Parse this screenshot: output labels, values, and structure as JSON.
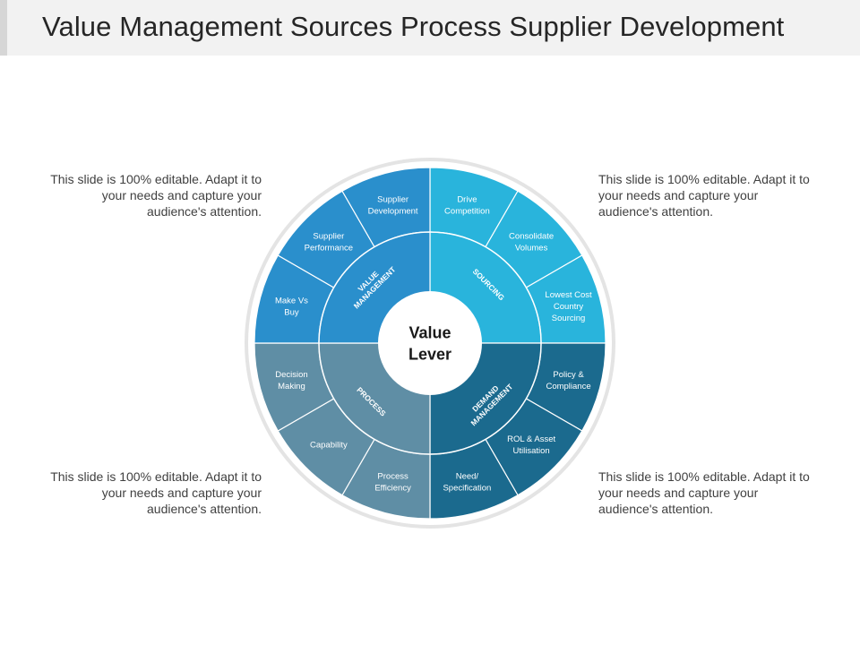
{
  "title": "Value Management Sources Process Supplier Development",
  "center_label": [
    "Value",
    "Lever"
  ],
  "notes": {
    "top_left": "This slide is 100% editable. Adapt it to your needs and capture your audience's attention.",
    "top_right": "This slide is 100% editable. Adapt it to your needs and capture your audience's attention.",
    "bottom_left": "This slide is 100% editable. Adapt it to your needs and capture your audience's attention.",
    "bottom_right": "This slide is 100% editable. Adapt it to your needs and capture your audience's attention."
  },
  "quadrants": [
    {
      "name": "sourcing",
      "label": [
        "SOURCING"
      ],
      "color": "#29b4dc",
      "items": [
        [
          "Drive",
          "Competition"
        ],
        [
          "Consolidate",
          "Volumes"
        ],
        [
          "Lowest Cost",
          "Country",
          "Sourcing"
        ]
      ]
    },
    {
      "name": "demand-management",
      "label": [
        "DEMAND",
        "MANAGEMENT"
      ],
      "color": "#1b6a8e",
      "items": [
        [
          "Policy &",
          "Compliance"
        ],
        [
          "ROL & Asset",
          "Utilisation"
        ],
        [
          "Need/",
          "Specification"
        ]
      ]
    },
    {
      "name": "process",
      "label": [
        "PROCESS"
      ],
      "color": "#5f8ea5",
      "items": [
        [
          "Process",
          "Efficiency"
        ],
        [
          "Capability"
        ],
        [
          "Decision",
          "Making"
        ]
      ]
    },
    {
      "name": "value-management",
      "label": [
        "VALUE",
        "MANAGEMENT"
      ],
      "color": "#2a8fcc",
      "items": [
        [
          "Make Vs",
          "Buy"
        ],
        [
          "Supplier",
          "Performance"
        ],
        [
          "Supplier",
          "Development"
        ]
      ]
    }
  ]
}
